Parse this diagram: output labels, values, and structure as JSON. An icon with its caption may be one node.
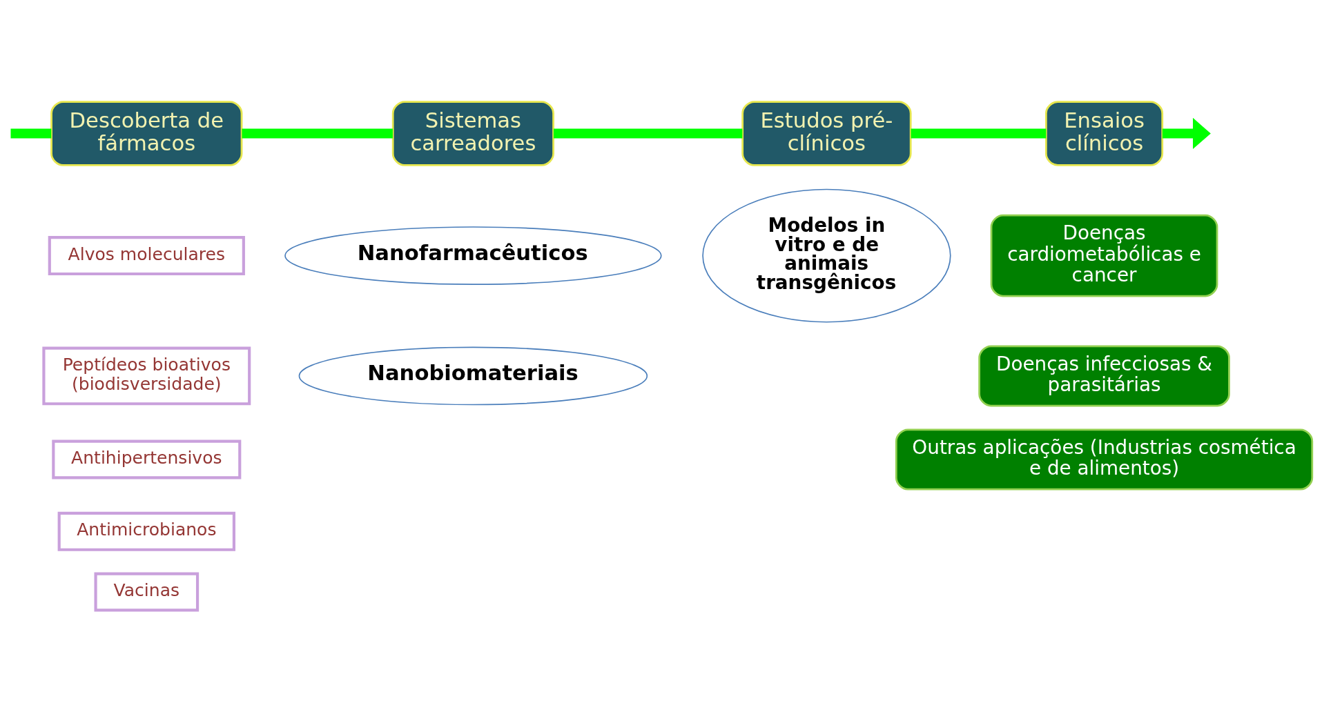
{
  "diagram": {
    "nodes": [
      {
        "text": [
          "Descoberta de fármacos"
        ]
      },
      {
        "text": [
          "Sistemas carreadores"
        ]
      },
      {
        "text": [
          "Estudos pré-clínicos"
        ]
      },
      {
        "text": [
          "Ensaios clínicos"
        ]
      },
      {
        "text": [
          "Alvos moleculares"
        ]
      },
      {
        "text": [
          "Peptídeos bioativos (biodisversidade)"
        ]
      },
      {
        "text": [
          "Antihipertensivos"
        ]
      },
      {
        "text": [
          "Antimicrobianos"
        ]
      },
      {
        "text": [
          "Vacinas"
        ]
      },
      {
        "text": [
          "Nanofarmacêuticos"
        ]
      },
      {
        "text": [
          "Nanobiomateriais"
        ]
      },
      {
        "text": [
          "Modelos in vitro e de animais transgênicos"
        ]
      },
      {
        "text": [
          "Doenças cardiometabólicas e cancer"
        ]
      },
      {
        "text": [
          "Doenças infecciosas & parasitárias"
        ]
      },
      {
        "text": [
          "Outras aplicações (Industrias cosmética e de alimentos)"
        ]
      }
    ],
    "edges": [
      {
        "from": null,
        "to": 0,
        "arrow": "none",
        "color": "#00ff00"
      },
      {
        "from": 0,
        "to": 1,
        "arrow": "none",
        "color": "#00ff00"
      },
      {
        "from": 1,
        "to": 2,
        "arrow": "none",
        "color": "#00ff00"
      },
      {
        "from": 2,
        "to": 3,
        "arrow": "none",
        "color": "#00ff00"
      },
      {
        "from": 3,
        "to": null,
        "arrow": "to",
        "color": "#00ff00"
      }
    ]
  }
}
